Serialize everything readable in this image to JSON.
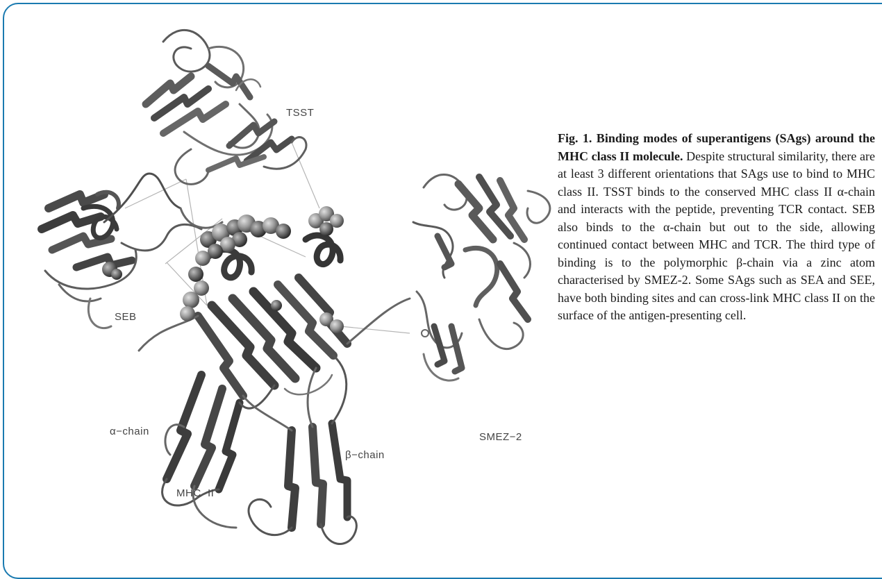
{
  "figure": {
    "labels": {
      "tsst": "TSST",
      "seb": "SEB",
      "smez2": "SMEZ−2",
      "alpha_chain": "α−chain",
      "beta_chain": "β−chain",
      "mhc_ii": "MHC  II"
    }
  },
  "caption": {
    "title": "Fig. 1. Binding modes of superantigens (SAgs) around the MHC class II molecule.",
    "body": "Despite structural similarity, there are at least 3 different orientations that SAgs use to bind to MHC class II. TSST binds to the conserved MHC class II α-chain and interacts with the peptide, preventing TCR contact. SEB also binds to the α-chain but out to the side, allowing continued contact between MHC and TCR. The third type of binding is to the polymorphic β-chain via a zinc atom characterised by SMEZ-2. Some SAgs such as SEA and SEE, have both binding sites and can cross-link MHC class II on the surface of the antigen-presenting cell."
  },
  "colors": {
    "frame_border": "#1a7ab0",
    "ribbon_dark": "#3a3a3a",
    "ribbon_mid": "#6a6a6a",
    "sphere_fill": "#9a9a9a"
  }
}
